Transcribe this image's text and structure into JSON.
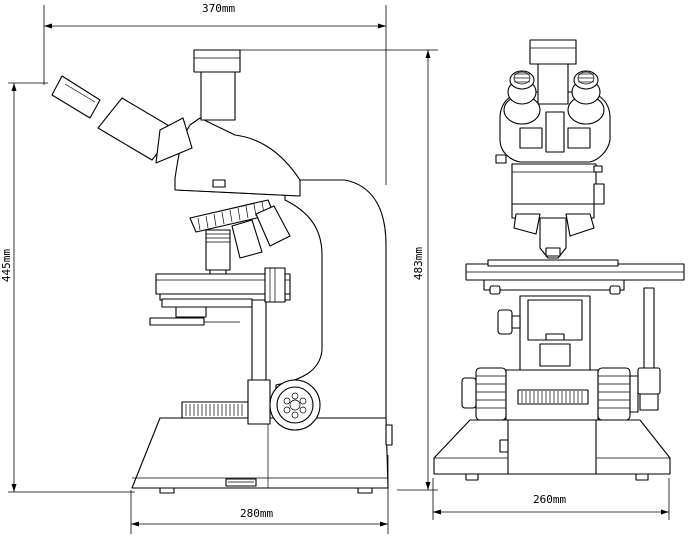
{
  "dimensions": {
    "side_width": "370mm",
    "side_height": "445mm",
    "base_length": "280mm",
    "front_height": "483mm",
    "front_width": "260mm"
  }
}
